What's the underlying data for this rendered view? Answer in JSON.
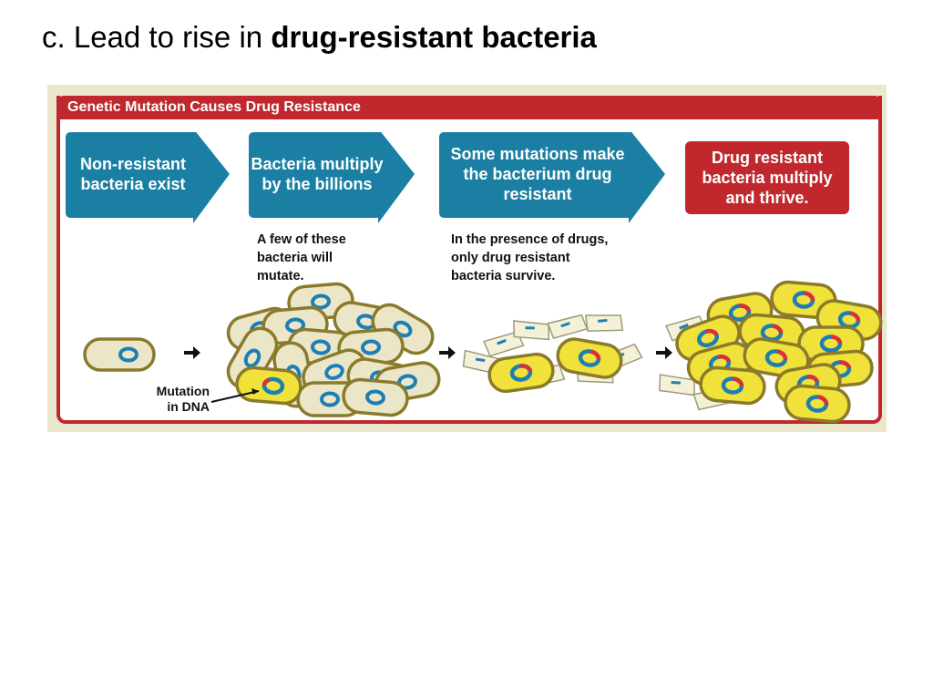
{
  "slide": {
    "title_prefix": "c. Lead to rise in ",
    "title_bold": "drug-resistant bacteria"
  },
  "figure": {
    "header": "Genetic Mutation Causes Drug Resistance",
    "steps": [
      {
        "label": "Non-resistant bacteria exist",
        "color": "#1a7fa3"
      },
      {
        "label": "Bacteria multiply by the billions",
        "color": "#1a7fa3"
      },
      {
        "label": "Some mutations make the bacterium drug resistant",
        "color": "#1a7fa3"
      },
      {
        "label": "Drug resistant bacteria multiply and thrive.",
        "color": "#c0282e"
      }
    ],
    "notes": [
      "A few of these\nbacteria will\nmutate.",
      "In the presence of drugs,\nonly drug resistant\nbacteria survive."
    ],
    "mutation_label": "Mutation\nin DNA",
    "colors": {
      "frame_red": "#c0282e",
      "arrow_blue": "#1a7fa3",
      "bacterium_plain": "#ebe6c8",
      "bacterium_resistant": "#f0e23a",
      "outline": "#8a7a2a",
      "dna_blue": "#1b7fb5",
      "dna_red": "#d6303a",
      "background": "#ebe8cd"
    }
  }
}
